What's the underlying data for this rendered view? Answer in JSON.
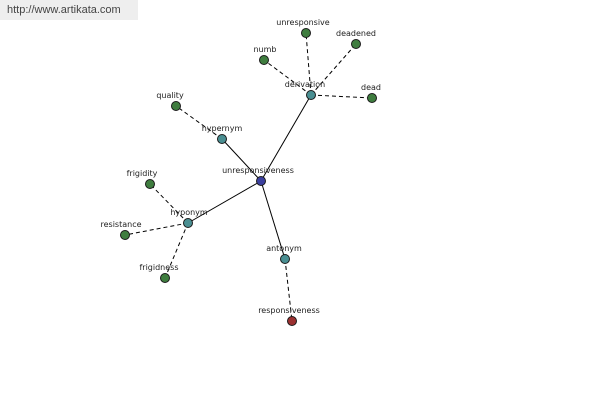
{
  "watermark": {
    "text": "http://www.artikata.com"
  },
  "node_colors": {
    "center": "#3b3f9e",
    "relation": "#4a8f92",
    "word": "#3f7d3f",
    "antonym_target": "#9b3030"
  },
  "nodes": [
    {
      "id": "unresponsiveness",
      "label": "unresponsiveness",
      "kind": "center"
    },
    {
      "id": "hypernym",
      "label": "hypernym",
      "kind": "relation"
    },
    {
      "id": "derivation",
      "label": "derivation",
      "kind": "relation"
    },
    {
      "id": "hyponym",
      "label": "hyponym",
      "kind": "relation"
    },
    {
      "id": "antonym",
      "label": "antonym",
      "kind": "relation"
    },
    {
      "id": "quality",
      "label": "quality",
      "kind": "word"
    },
    {
      "id": "numb",
      "label": "numb",
      "kind": "word"
    },
    {
      "id": "unresponsive",
      "label": "unresponsive",
      "kind": "word"
    },
    {
      "id": "deadened",
      "label": "deadened",
      "kind": "word"
    },
    {
      "id": "dead",
      "label": "dead",
      "kind": "word"
    },
    {
      "id": "frigidity",
      "label": "frigidity",
      "kind": "word"
    },
    {
      "id": "resistance",
      "label": "resistance",
      "kind": "word"
    },
    {
      "id": "frigidness",
      "label": "frigidness",
      "kind": "word"
    },
    {
      "id": "responsiveness",
      "label": "responsiveness",
      "kind": "antonym_target"
    }
  ],
  "edges": [
    {
      "from": "unresponsiveness",
      "to": "hypernym",
      "style": "solid"
    },
    {
      "from": "unresponsiveness",
      "to": "derivation",
      "style": "solid"
    },
    {
      "from": "unresponsiveness",
      "to": "hyponym",
      "style": "solid"
    },
    {
      "from": "unresponsiveness",
      "to": "antonym",
      "style": "solid"
    },
    {
      "from": "hypernym",
      "to": "quality",
      "style": "dashed"
    },
    {
      "from": "derivation",
      "to": "numb",
      "style": "dashed"
    },
    {
      "from": "derivation",
      "to": "unresponsive",
      "style": "dashed"
    },
    {
      "from": "derivation",
      "to": "deadened",
      "style": "dashed"
    },
    {
      "from": "derivation",
      "to": "dead",
      "style": "dashed"
    },
    {
      "from": "hyponym",
      "to": "frigidity",
      "style": "dashed"
    },
    {
      "from": "hyponym",
      "to": "resistance",
      "style": "dashed"
    },
    {
      "from": "hyponym",
      "to": "frigidness",
      "style": "dashed"
    },
    {
      "from": "antonym",
      "to": "responsiveness",
      "style": "dashed"
    }
  ]
}
